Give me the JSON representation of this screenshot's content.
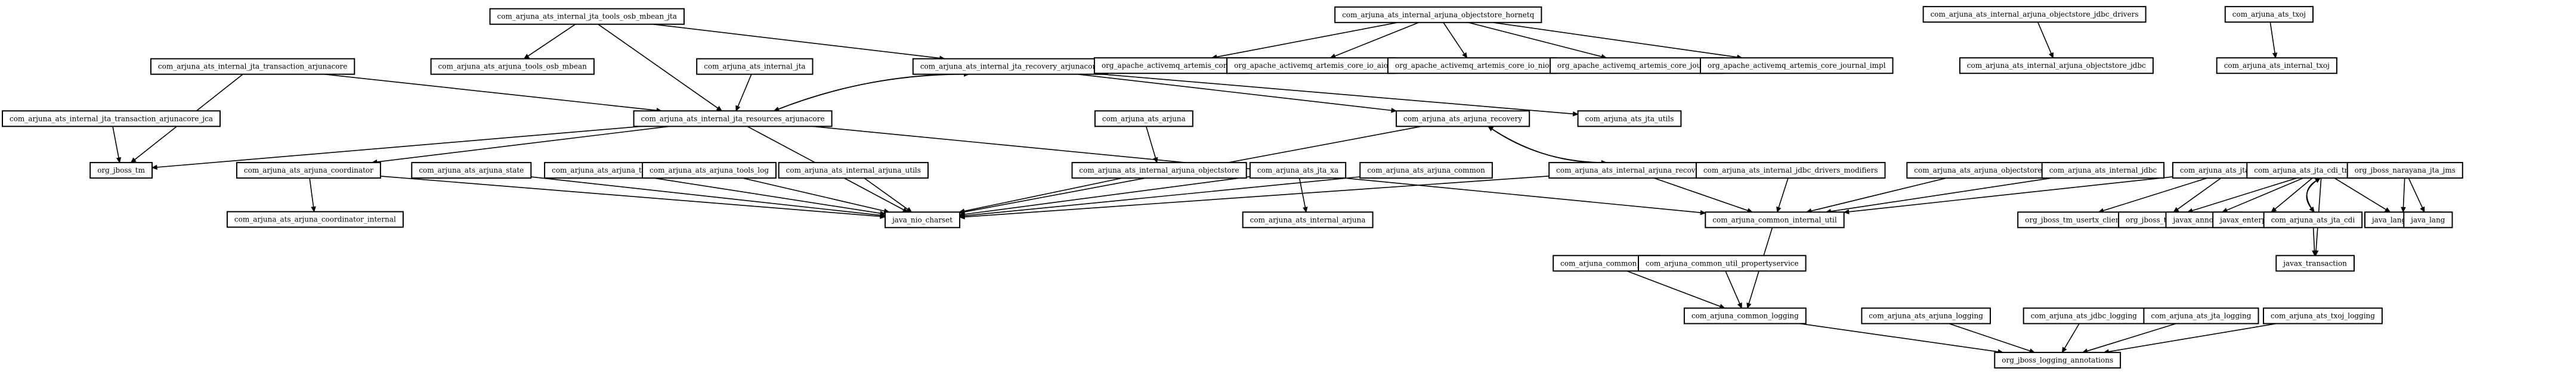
{
  "nodes": [
    {
      "id": "n1",
      "label": "com_arjuna_ats_internal_jta_tools_osb_mbean_jta"
    },
    {
      "id": "n2",
      "label": "com_arjuna_ats_internal_arjuna_objectstore_hornetq"
    },
    {
      "id": "n3",
      "label": "com_arjuna_ats_internal_arjuna_objectstore_jdbc_drivers"
    },
    {
      "id": "n4",
      "label": "com_arjuna_ats_txoj"
    },
    {
      "id": "n5",
      "label": "com_arjuna_ats_internal_jta_transaction_arjunacore"
    },
    {
      "id": "n6",
      "label": "com_arjuna_ats_arjuna_tools_osb_mbean"
    },
    {
      "id": "n7",
      "label": "com_arjuna_ats_internal_jta"
    },
    {
      "id": "n8",
      "label": "com_arjuna_ats_internal_jta_recovery_arjunacore"
    },
    {
      "id": "n9",
      "label": "org_apache_activemq_artemis_core_io"
    },
    {
      "id": "n10",
      "label": "org_apache_activemq_artemis_core_io_aio"
    },
    {
      "id": "n11",
      "label": "org_apache_activemq_artemis_core_io_nio"
    },
    {
      "id": "n12",
      "label": "org_apache_activemq_artemis_core_journal"
    },
    {
      "id": "n13",
      "label": "org_apache_activemq_artemis_core_journal_impl"
    },
    {
      "id": "n14",
      "label": "com_arjuna_ats_internal_arjuna_objectstore_jdbc"
    },
    {
      "id": "n15",
      "label": "com_arjuna_ats_internal_txoj"
    },
    {
      "id": "n16",
      "label": "com_arjuna_ats_internal_jta_transaction_arjunacore_jca"
    },
    {
      "id": "n17",
      "label": "com_arjuna_ats_internal_jta_resources_arjunacore"
    },
    {
      "id": "n18",
      "label": "com_arjuna_ats_arjuna"
    },
    {
      "id": "n19",
      "label": "com_arjuna_ats_arjuna_recovery"
    },
    {
      "id": "n20",
      "label": "com_arjuna_ats_jta_utils"
    },
    {
      "id": "n21",
      "label": "org_jboss_tm"
    },
    {
      "id": "n22",
      "label": "com_arjuna_ats_arjuna_coordinator"
    },
    {
      "id": "n23",
      "label": "com_arjuna_ats_arjuna_state"
    },
    {
      "id": "n24",
      "label": "com_arjuna_ats_arjuna_tools"
    },
    {
      "id": "n25",
      "label": "com_arjuna_ats_arjuna_tools_log"
    },
    {
      "id": "n26",
      "label": "com_arjuna_ats_internal_arjuna_utils"
    },
    {
      "id": "n27",
      "label": "com_arjuna_ats_internal_arjuna_objectstore"
    },
    {
      "id": "n28",
      "label": "com_arjuna_ats_jta_xa"
    },
    {
      "id": "n29",
      "label": "com_arjuna_ats_arjuna_common"
    },
    {
      "id": "n30",
      "label": "com_arjuna_ats_internal_arjuna_recovery"
    },
    {
      "id": "n31",
      "label": "com_arjuna_ats_internal_jdbc_drivers_modifiers"
    },
    {
      "id": "n32",
      "label": "com_arjuna_ats_arjuna_objectstore"
    },
    {
      "id": "n33",
      "label": "com_arjuna_ats_internal_jdbc"
    },
    {
      "id": "n34",
      "label": "com_arjuna_ats_jta_common"
    },
    {
      "id": "n35",
      "label": "com_arjuna_ats_jta_cdi_transactional"
    },
    {
      "id": "n36",
      "label": "org_jboss_narayana_jta_jms"
    },
    {
      "id": "n37",
      "label": "com_arjuna_ats_arjuna_coordinator_internal"
    },
    {
      "id": "n38",
      "label": "java_nio_charset"
    },
    {
      "id": "n39",
      "label": "com_arjuna_ats_internal_arjuna"
    },
    {
      "id": "n40",
      "label": "com_arjuna_common_internal_util"
    },
    {
      "id": "n41",
      "label": "org_jboss_tm_usertx_client"
    },
    {
      "id": "n42",
      "label": "org_jboss_tm_usertx"
    },
    {
      "id": "n43",
      "label": "javax_annotation"
    },
    {
      "id": "n44",
      "label": "javax_enterprise_inject"
    },
    {
      "id": "n45",
      "label": "com_arjuna_ats_jta_cdi"
    },
    {
      "id": "n46",
      "label": "java_lang_invoke"
    },
    {
      "id": "n47",
      "label": "java_lang"
    },
    {
      "id": "n48",
      "label": "com_arjuna_common_util"
    },
    {
      "id": "n49",
      "label": "com_arjuna_common_util_propertyservice"
    },
    {
      "id": "n50",
      "label": "javax_transaction"
    },
    {
      "id": "n51",
      "label": "com_arjuna_common_logging"
    },
    {
      "id": "n52",
      "label": "com_arjuna_ats_arjuna_logging"
    },
    {
      "id": "n53",
      "label": "com_arjuna_ats_jdbc_logging"
    },
    {
      "id": "n54",
      "label": "com_arjuna_ats_jta_logging"
    },
    {
      "id": "n55",
      "label": "com_arjuna_ats_txoj_logging"
    },
    {
      "id": "n56",
      "label": "org_jboss_logging_annotations"
    }
  ],
  "edges": [
    {
      "from": "n1",
      "to": "n6"
    },
    {
      "from": "n1",
      "to": "n17"
    },
    {
      "from": "n1",
      "to": "n8"
    },
    {
      "from": "n2",
      "to": "n9"
    },
    {
      "from": "n2",
      "to": "n10"
    },
    {
      "from": "n2",
      "to": "n11"
    },
    {
      "from": "n2",
      "to": "n12"
    },
    {
      "from": "n2",
      "to": "n13"
    },
    {
      "from": "n3",
      "to": "n14"
    },
    {
      "from": "n4",
      "to": "n15"
    },
    {
      "from": "n5",
      "to": "n17"
    },
    {
      "from": "n5",
      "to": "n21"
    },
    {
      "from": "n7",
      "to": "n17"
    },
    {
      "from": "n8",
      "to": "n17"
    },
    {
      "from": "n17",
      "to": "n8"
    },
    {
      "from": "n8",
      "to": "n19"
    },
    {
      "from": "n8",
      "to": "n20"
    },
    {
      "from": "n16",
      "to": "n21"
    },
    {
      "from": "n17",
      "to": "n21"
    },
    {
      "from": "n17",
      "to": "n22"
    },
    {
      "from": "n17",
      "to": "n38"
    },
    {
      "from": "n17",
      "to": "n40"
    },
    {
      "from": "n18",
      "to": "n27"
    },
    {
      "from": "n19",
      "to": "n30"
    },
    {
      "from": "n30",
      "to": "n19"
    },
    {
      "from": "n19",
      "to": "n38"
    },
    {
      "from": "n22",
      "to": "n37"
    },
    {
      "from": "n22",
      "to": "n38"
    },
    {
      "from": "n23",
      "to": "n38"
    },
    {
      "from": "n24",
      "to": "n38"
    },
    {
      "from": "n25",
      "to": "n38"
    },
    {
      "from": "n26",
      "to": "n38"
    },
    {
      "from": "n27",
      "to": "n38"
    },
    {
      "from": "n28",
      "to": "n38"
    },
    {
      "from": "n28",
      "to": "n39"
    },
    {
      "from": "n29",
      "to": "n38"
    },
    {
      "from": "n30",
      "to": "n38"
    },
    {
      "from": "n30",
      "to": "n40"
    },
    {
      "from": "n31",
      "to": "n40"
    },
    {
      "from": "n32",
      "to": "n40"
    },
    {
      "from": "n33",
      "to": "n40"
    },
    {
      "from": "n34",
      "to": "n40"
    },
    {
      "from": "n34",
      "to": "n41"
    },
    {
      "from": "n34",
      "to": "n42"
    },
    {
      "from": "n35",
      "to": "n42"
    },
    {
      "from": "n35",
      "to": "n43"
    },
    {
      "from": "n35",
      "to": "n44"
    },
    {
      "from": "n35",
      "to": "n45"
    },
    {
      "from": "n45",
      "to": "n35"
    },
    {
      "from": "n35",
      "to": "n46"
    },
    {
      "from": "n35",
      "to": "n50"
    },
    {
      "from": "n45",
      "to": "n50"
    },
    {
      "from": "n36",
      "to": "n46"
    },
    {
      "from": "n36",
      "to": "n47"
    },
    {
      "from": "n40",
      "to": "n51"
    },
    {
      "from": "n48",
      "to": "n51"
    },
    {
      "from": "n49",
      "to": "n51"
    },
    {
      "from": "n51",
      "to": "n56"
    },
    {
      "from": "n52",
      "to": "n56"
    },
    {
      "from": "n53",
      "to": "n56"
    },
    {
      "from": "n54",
      "to": "n56"
    },
    {
      "from": "n55",
      "to": "n56"
    }
  ]
}
